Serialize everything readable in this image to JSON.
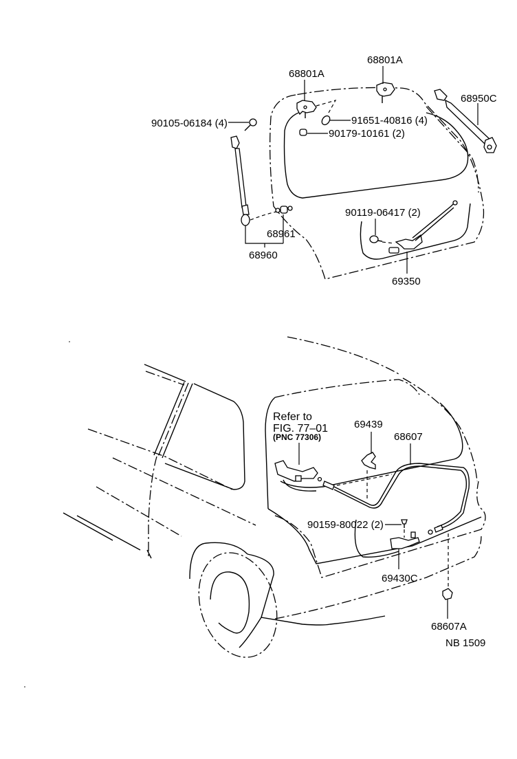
{
  "diagram": {
    "type": "parts-exploded-view",
    "subject": "Back door (hatch) lock, hinge and damper stay",
    "figure_code": "NB 1509",
    "upper_view": {
      "description": "Back door panel, exploded",
      "labels": {
        "hinge_left": "68801A",
        "hinge_right": "68801A",
        "bolt_hinge": "90105-06184 (4)",
        "bolt_91651": "91651-40816 (4)",
        "cushion": "90179-10161 (2)",
        "damper_right": "68950C",
        "bolt_lock": "90119-06417 (2)",
        "damper_ball_stud": "68961",
        "damper_left_assy": "68960",
        "lock_assy": "69350"
      }
    },
    "lower_view": {
      "description": "Vehicle rear three-quarter view with back door opener",
      "labels": {
        "refer_line1": "Refer to",
        "refer_line2": "FIG. 77–01",
        "refer_pnc": "(PNC 77306)",
        "clamp": "69439",
        "cable": "68607",
        "screw": "90159-80022 (2)",
        "striker": "69430C",
        "clip": "68607A",
        "figure_code": "NB 1509"
      }
    }
  }
}
